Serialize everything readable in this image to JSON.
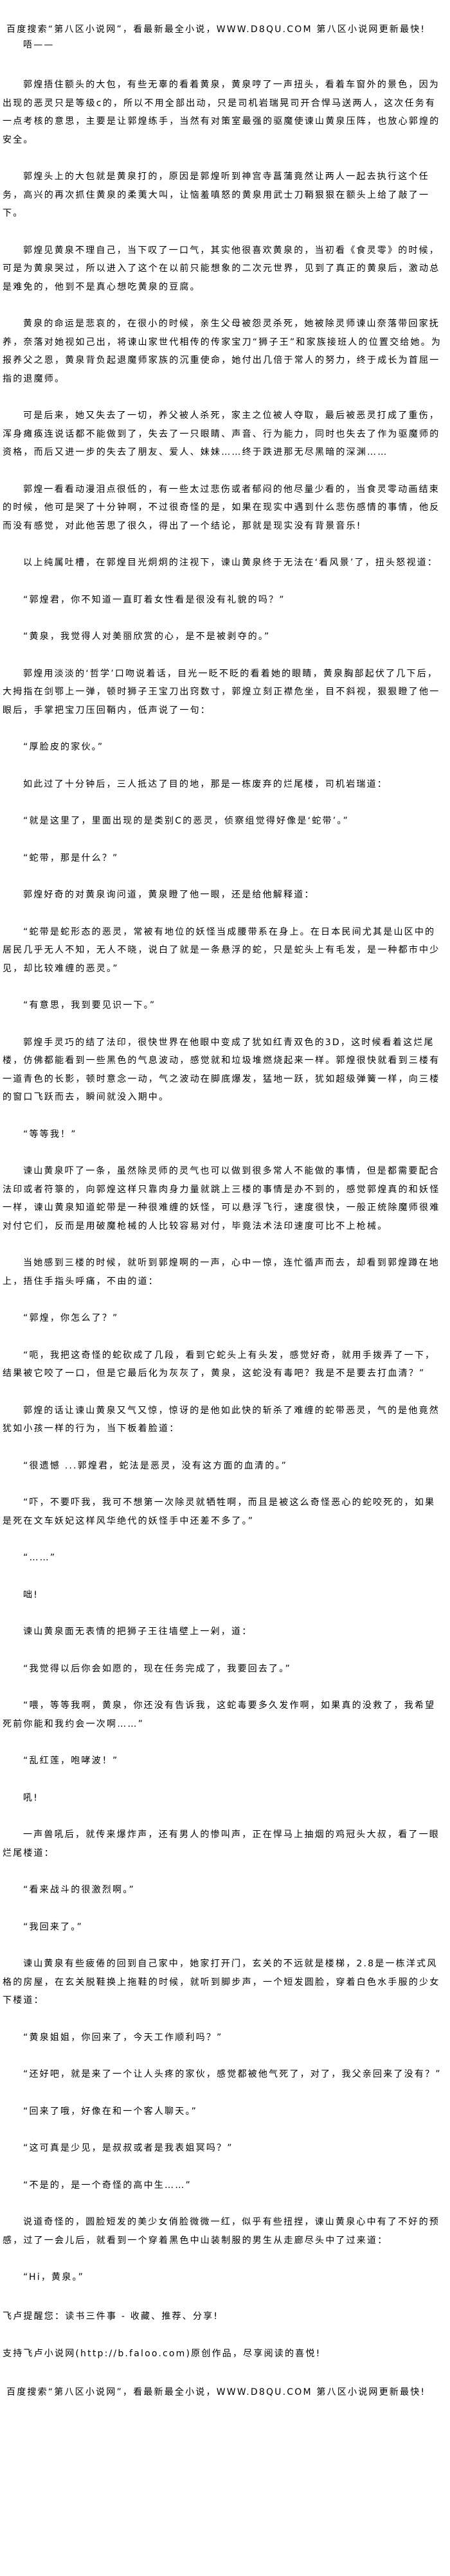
{
  "header": {
    "banner": "百度搜索“第八区小说网”，看最新最全小说，WWW.D8QU.COM  第八区小说网更新最快!",
    "opening": "唔——"
  },
  "paragraphs": [
    "郭煌捂住额头的大包，有些无辜的看着黄泉，黄泉哼了一声扭头，看着车窗外的景色，因为出现的恶灵只是等级c的，所以不用全部出动，只是司机岩瑞晃司开合悍马送两人，这次任务有一点考核的意思，主要是让郭煌练手，当然有对策室最强的驱魔使谏山黄泉压阵，也放心郭煌的安全。",
    "郭煌头上的大包就是黄泉打的，原因是郭煌听到神宫寺菖蒲竟然让两人一起去执行这个任务，高兴的再次抓住黄泉的柔荑大叫，让恼羞嗔怒的黄泉用武士刀鞘狠狠在额头上给了敲了一下。",
    "郭煌见黄泉不理自己，当下叹了一口气，其实他很喜欢黄泉的，当初看《食灵零》的时候，可是为黄泉哭过，所以进入了这个在以前只能想象的二次元世界，见到了真正的黄泉后，激动总是难免的，他到不是真心想吃黄泉的豆腐。",
    "黄泉的命运是悲哀的，在很小的时候，亲生父母被怨灵杀死，她被除灵师谏山奈落带回家抚养，奈落对她视如己出，将谏山家世代相传的传家宝刀“狮子王”和家族接班人的位置交给她。为报养父之恩，黄泉背负起退魔师家族的沉重使命，她付出几倍于常人的努力，终于成长为首屈一指的退魔师。",
    "可是后来，她又失去了一切，养父被人杀死，家主之位被人夺取，最后被恶灵打成了重伤，浑身瘫痪连说话都不能做到了，失去了一只眼睛、声音、行为能力，同时也失去了作为驱魔师的资格，而后又进一步的失去了朋友、爱人、妹妹……终于跌进那无尽黑暗的深渊……",
    "郭煌一看看动漫泪点很低的，有一些太过悲伤或者郁闷的他尽量少看的，当食灵零动画结束的时候，他可是哭了十分钟啊，不过很奇怪的是，如果在现实中遇到什么悲伤感情的事情，他反而没有感觉，对此他苦思了很久，得出了一个结论，那就是现实没有背景音乐!",
    "以上纯属吐槽，在郭煌目光炯炯的注视下，谏山黄泉终于无法在‘看风景’了，扭头怒视道：",
    "“郭煌君，你不知道一直盯着女性看是很没有礼貌的吗？”",
    "“黄泉，我觉得人对美丽欣赏的心，是不是被剥夺的。”",
    "郭煌用淡淡的‘哲学’口吻说着话，目光一眨不眨的看着她的眼睛，黄泉胸部起伏了几下后，大拇指在剑鄂上一弹，顿时狮子王宝刀出窍数寸，郭煌立刻正襟危坐，目不斜视，狠狠瞪了他一眼后，手掌把宝刀压回鞘内，低声说了一句：",
    "“厚脸皮的家伙。”",
    "如此过了十分钟后，三人抵达了目的地，那是一栋废弃的烂尾楼，司机岩瑞道：",
    "“就是这里了，里面出现的是类别C的恶灵，侦察组觉得好像是‘蛇带’。”",
    "“蛇带，那是什么？”",
    "郭煌好奇的对黄泉询问道，黄泉瞪了他一眼，还是给他解释道：",
    "“蛇带是蛇形态的恶灵，常被有地位的妖怪当成腰带系在身上。在日本民间尤其是山区中的居民几乎无人不知，无人不晓，说白了就是一条悬浮的蛇，只是蛇头上有毛发，是一种都市中少见，却比较难缠的恶灵。”",
    "“有意思，我到要见识一下。”",
    "郭煌手灵巧的结了法印，很快世界在他眼中变成了犹如红青双色的3D，这时候看着这烂尾楼，仿佛都能看到一些黑色的气息波动，感觉就和垃圾堆燃烧起来一样。郭煌很快就看到三楼有一道青色的长影，顿时意念一动，气之波动在脚底爆发，猛地一跃，犹如超级弹簧一样，向三楼的窗口飞跃而去，瞬间就没入期中。",
    "“等等我！”",
    "谏山黄泉吓了一条，虽然除灵师的灵气也可以做到很多常人不能做的事情，但是都需要配合法印或者符箓的，向郭煌这样只靠肉身力量就跳上三楼的事情是办不到的，感觉郭煌真的和妖怪一样，谏山黄泉知道蛇带是一种很难缠的妖怪，可以悬浮飞行，速度很快，一般正统除魔师很难对付它们，反而是用破魔枪械的人比较容易对付，毕竟法术法印速度可比不上枪械。",
    "当她感到三楼的时候，就听到郭煌啊的一声，心中一惊，连忙循声而去，却看到郭煌蹲在地上，捂住手指头呼痛，不由的道：",
    "“郭煌，你怎么了？”",
    "“呃，我把这奇怪的蛇砍成了几段，看到它蛇头上有头发，感觉好奇，就用手拨弄了一下，结果被它咬了一口，但是它最后化为灰灰了，黄泉，这蛇没有毒吧？我是不是要去打血清？”",
    "郭煌的话让谏山黄泉又气又惊，惊讶的是他如此快的斩杀了难缠的蛇带恶灵，气的是他竟然犹如小孩一样的行为，当下板着脸道：",
    "“很遗憾 ...郭煌君，蛇法是恶灵，没有这方面的血清的。”",
    "“吓，不要吓我，我可不想第一次除灵就牺牲啊，而且是被这么奇怪恶心的蛇咬死的，如果是死在文车妖妃这样风华绝代的妖怪手中还差不多了。”",
    "“……”",
    "咄!",
    "谏山黄泉面无表情的把狮子王往墙壁上一剁，道：",
    "“我觉得以后你会如愿的，现在任务完成了，我要回去了。”",
    "“喂，等等我啊，黄泉，你还没有告诉我，这蛇毒要多久发作啊，如果真的没救了，我希望死前你能和我约会一次啊……”",
    "“乱红莲，咆哮波！”",
    "吼!",
    "一声兽吼后，就传来爆炸声，还有男人的惨叫声，正在悍马上抽烟的鸡冠头大叔，看了一眼烂尾楼道：",
    "“看来战斗的很激烈啊。”",
    "“我回来了。”",
    "谏山黄泉有些疲倦的回到自己家中，她家打开门，玄关的不远就是楼梯，2.8是一栋洋式风格的房屋，在玄关脱鞋换上拖鞋的时候，就听到脚步声，一个短发圆脸，穿着白色水手服的少女下楼道：",
    "“黄泉姐姐，你回来了，今天工作顺利吗？”",
    "“还好吧，就是来了一个让人头疼的家伙，感觉都被他气死了，对了，我父亲回来了没有？”",
    "“回来了哦，好像在和一个客人聊天。”",
    "“这可真是少见，是叔叔或者是我表姐冥吗？”",
    "“不是的，是一个奇怪的高中生……”",
    "说道奇怪的，圆脸短发的美少女俏脸微微一红，似乎有些扭捏，谏山黄泉心中有了不好的预感，过了一会儿后，就看到一个穿着黑色中山装制服的男生从走廊尽头中了过来道：",
    "“Hi，黄泉。”"
  ],
  "footer": {
    "reminder": "飞卢提醒您：读书三件事 - 收藏、推荐、分享!",
    "support": "支持飞卢小说网(http://b.faloo.com)原创作品，尽享阅读的喜悦!",
    "banner": "百度搜索“第八区小说网”，看最新最全小说，WWW.D8QU.COM  第八区小说网更新最快!"
  }
}
